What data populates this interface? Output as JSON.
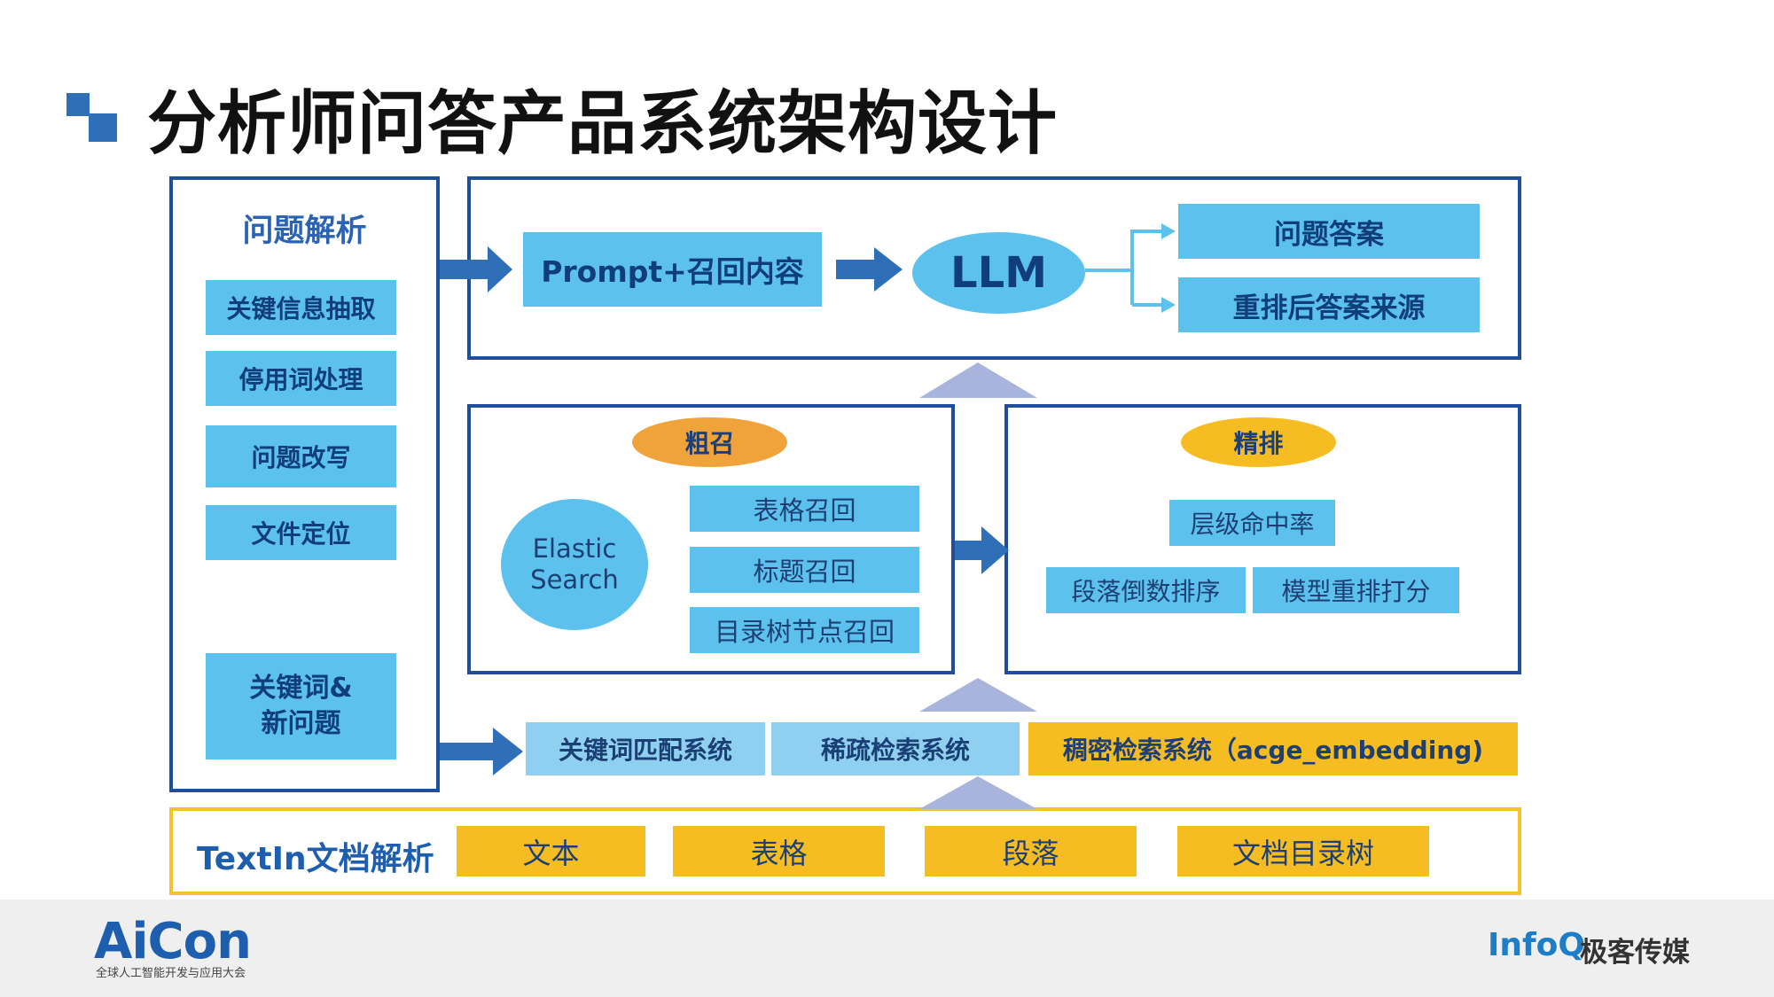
{
  "title": "分析师问答产品系统架构设计",
  "left_panel": {
    "header": "问题解析",
    "items": [
      "关键信息抽取",
      "停用词处理",
      "问题改写",
      "文件定位"
    ],
    "bottom_item_line1": "关键词&",
    "bottom_item_line2": "新问题"
  },
  "top_panel": {
    "prompt_box": "Prompt+召回内容",
    "llm": "LLM",
    "outputs": [
      "问题答案",
      "重排后答案来源"
    ]
  },
  "recall_panel": {
    "header": "粗召",
    "engine_line1": "Elastic",
    "engine_line2": "Search",
    "items": [
      "表格召回",
      "标题召回",
      "目录树节点召回"
    ]
  },
  "rerank_panel": {
    "header": "精排",
    "items": [
      "层级命中率",
      "段落倒数排序",
      "模型重排打分"
    ]
  },
  "retrieval_systems": [
    "关键词匹配系统",
    "稀疏检索系统",
    "稠密检索系统（acge_embedding)"
  ],
  "parse_panel": {
    "label": "TextIn文档解析",
    "items": [
      "文本",
      "表格",
      "段落",
      "文档目录树"
    ]
  },
  "footer": {
    "aicon_logo": "AiCon",
    "aicon_tagline": "全球人工智能开发与应用大会",
    "infoq_logo": "InfoQ",
    "geek_media": "极客传媒"
  },
  "colors": {
    "frame_blue": "#1f4e9c",
    "light_blue": "#5cc1ec",
    "yellow": "#f5bd22",
    "orange": "#f0a33a",
    "arrow_blue": "#2e6fb7",
    "triangle": "#a8b4dc"
  }
}
